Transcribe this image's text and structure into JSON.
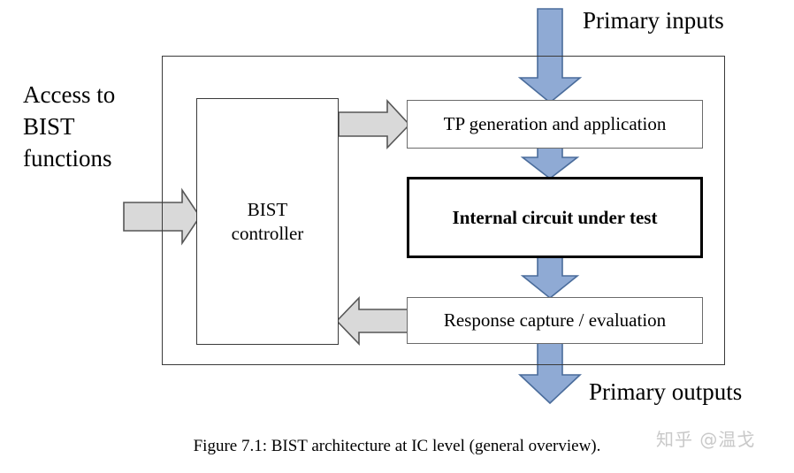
{
  "figure": {
    "caption": "Figure 7.1: BIST architecture at IC level (general overview).",
    "watermark": "知乎 @温戈"
  },
  "labels": {
    "access_to_bist": "Access to\nBIST\nfunctions",
    "primary_inputs": "Primary inputs",
    "primary_outputs": "Primary outputs"
  },
  "blocks": {
    "bist_controller": "BIST\ncontroller",
    "tp_generation": "TP generation and application",
    "internal_circuit": "Internal circuit under test",
    "response_capture": "Response capture / evaluation"
  },
  "arrows": {
    "access_in": "gray-arrow-right",
    "controller_to_tp": "gray-arrow-right",
    "response_to_controller": "gray-arrow-left",
    "primary_inputs_in": "blue-arrow-down",
    "tp_to_circuit": "blue-arrow-down",
    "circuit_to_response": "blue-arrow-down",
    "primary_outputs_out": "blue-arrow-down"
  },
  "colors": {
    "blue_fill": "#8faad4",
    "blue_stroke": "#4a6c9b",
    "gray_fill": "#d9d9d9",
    "gray_stroke": "#565656",
    "frame_stroke": "#3a3a3a",
    "emphasis_stroke": "#000000",
    "watermark": "#c9c9c9"
  }
}
